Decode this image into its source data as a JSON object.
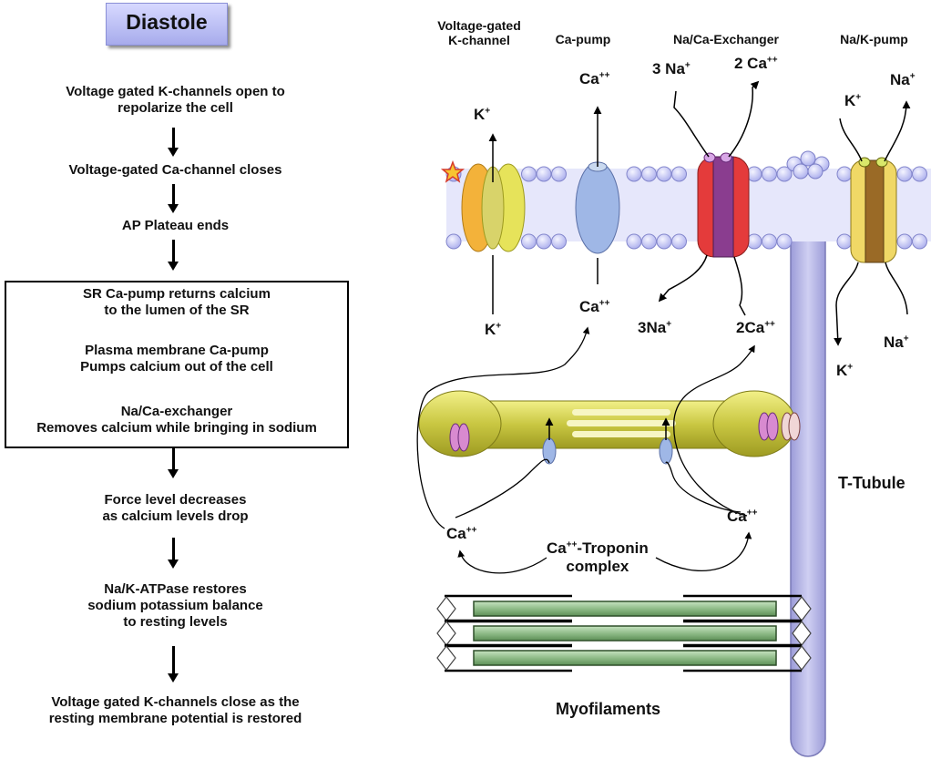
{
  "title": "Diastole",
  "steps": {
    "k_open": "Voltage gated K-channels open to\nrepolarize the cell",
    "ca_close": "Voltage-gated Ca-channel closes",
    "plateau": "AP Plateau ends",
    "sr_pump": "SR Ca-pump returns calcium\nto the lumen of the SR",
    "pm_pump": "Plasma membrane Ca-pump\nPumps calcium out of the cell",
    "ncx": "Na/Ca-exchanger\nRemoves calcium while bringing in sodium",
    "force": "Force level decreases\nas calcium levels drop",
    "nak": "Na/K-ATPase restores\nsodium potassium balance\nto resting levels",
    "k_close": "Voltage gated K-channels close as the\nresting membrane potential is restored"
  },
  "diagram": {
    "header_kchannel": "Voltage-gated\nK-channel",
    "header_capump": "Ca-pump",
    "header_ncx": "Na/Ca-Exchanger",
    "header_nak": "Na/K-pump",
    "k_plus": "K",
    "ca": "Ca",
    "na": "Na",
    "plus": "+",
    "plusplus": "++",
    "three_na_top": "3 Na",
    "two_ca_top": "2 Ca",
    "three_na_bottom": "3Na",
    "two_ca_bottom": "2Ca",
    "troponin_suffix": "-Troponin\ncomplex",
    "t_tubule": "T-Tubule",
    "myofilaments": "Myofilaments"
  },
  "colors": {
    "title_box": "#b3b6f0",
    "membrane_bead": "#c9cbf4",
    "membrane_band": "#e6e7fb",
    "k_channel": "#e6e35a",
    "k_channel_orange": "#f3b23a",
    "ca_pump": "#9fb7e6",
    "ncx_red": "#e43b3b",
    "ncx_purple": "#8a3d8f",
    "nak_yellow": "#f0d866",
    "sr": "#c9c742",
    "t_tubule": "#b4b4e6",
    "myofilament": "#9fc79a"
  }
}
